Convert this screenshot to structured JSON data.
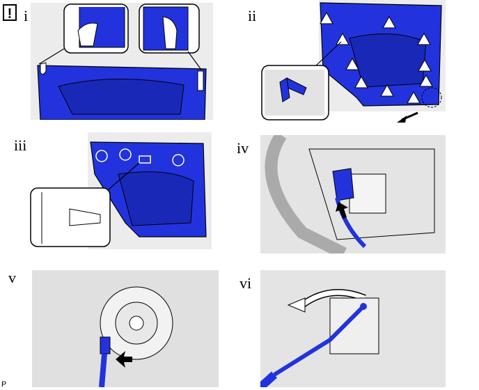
{
  "warning_icon": "exclamation-icon",
  "steps": [
    {
      "label": "i"
    },
    {
      "label": "ii"
    },
    {
      "label": "iii"
    },
    {
      "label": "iv"
    },
    {
      "label": "v"
    },
    {
      "label": "vi"
    }
  ],
  "footer_code": "P",
  "colors": {
    "part_blue": "#2233dd",
    "background_gray": "#e6e6e6",
    "outline": "#000000"
  }
}
